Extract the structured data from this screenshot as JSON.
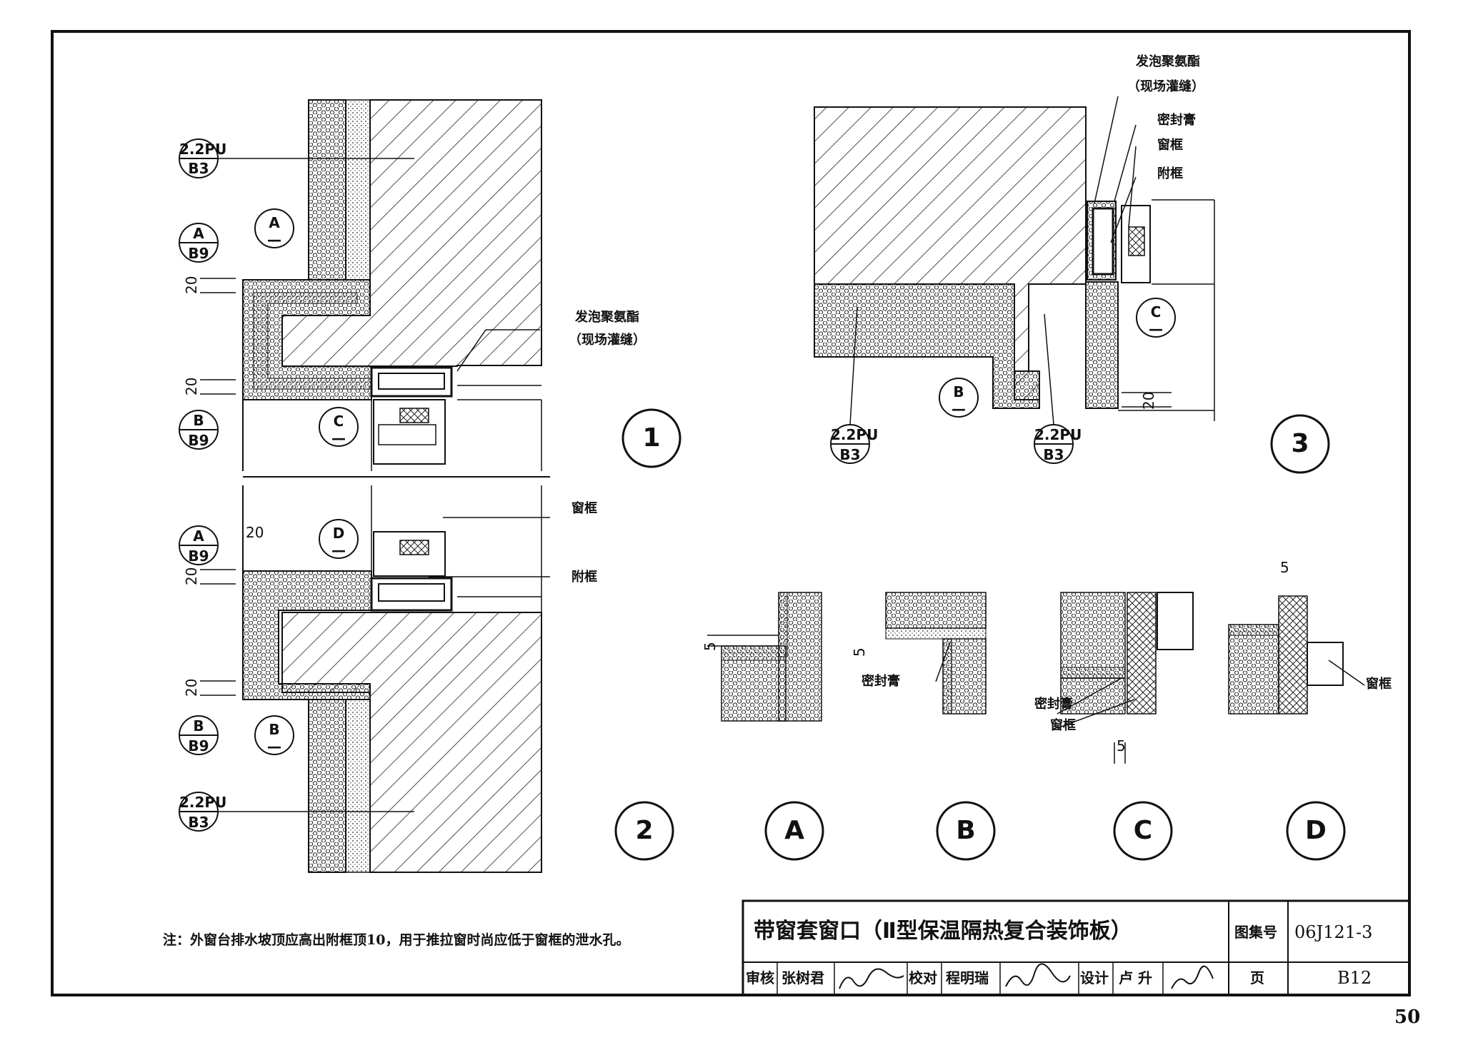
{
  "labels": {
    "foam_pu": "发泡聚氨酯",
    "field_fill": "（现场灌缝）",
    "sealant": "密封膏",
    "window_frame": "窗框",
    "sub_frame": "附框"
  },
  "refs": {
    "pu": "2.2PU",
    "b3": "B3",
    "a": "A",
    "b": "B",
    "c": "C",
    "d": "D",
    "b9": "B9",
    "dash": "—"
  },
  "details": [
    "1",
    "2",
    "3",
    "A",
    "B",
    "C",
    "D"
  ],
  "dims": {
    "d20": "20",
    "d5": "5"
  },
  "note": "注：外窗台排水坡顶应高出附框顶10，用于推拉窗时尚应低于窗框的泄水孔。",
  "titleblock": {
    "title": "带窗套窗口（Ⅱ型保温隔热复合装饰板）",
    "atlas_label": "图集号",
    "atlas_no": "06J121-3",
    "review_label": "审核",
    "reviewer": "张树君",
    "check_label": "校对",
    "checker": "程明瑞",
    "design_label": "设计",
    "designer": "卢 升",
    "page_label": "页",
    "page_no": "B12"
  },
  "sheet_number": "50"
}
